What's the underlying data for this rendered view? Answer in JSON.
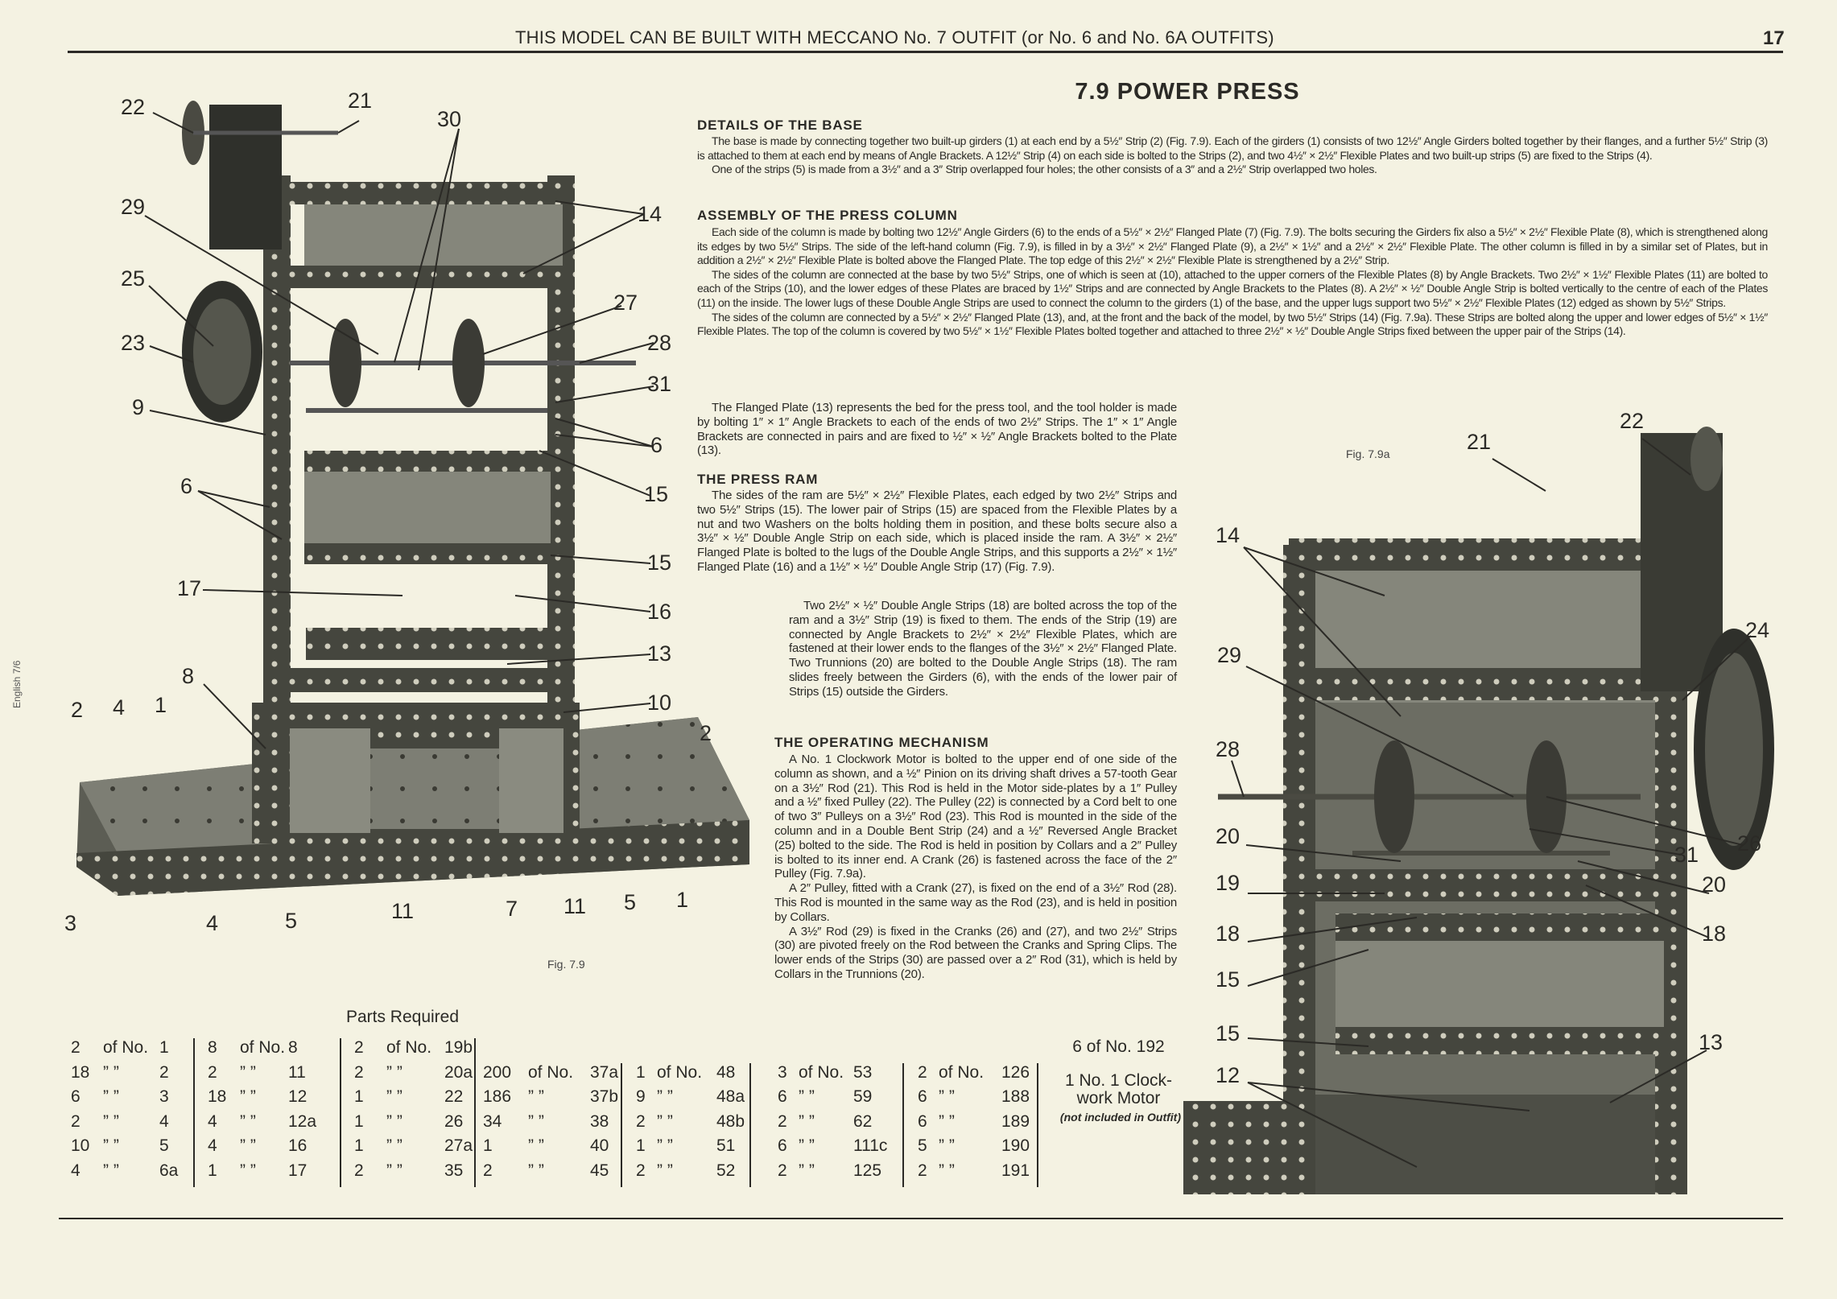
{
  "header": {
    "running_title": "THIS MODEL CAN BE BUILT WITH MECCANO No. 7 OUTFIT (or No. 6 and No. 6A OUTFITS)",
    "page_number": "17",
    "side_note": "English 7/6"
  },
  "title": "7.9  POWER PRESS",
  "sections": {
    "base": {
      "heading": "DETAILS OF THE BASE",
      "paragraphs": [
        "The base is made by connecting together two built-up girders (1) at each end by a 5½″ Strip (2) (Fig. 7.9). Each of the girders (1) consists of two 12½″ Angle Girders bolted together by their flanges, and a further 5½″ Strip (3) is attached to them at each end by means of Angle Brackets. A 12½″ Strip (4) on each side is bolted to the Strips (2), and two 4½″ × 2½″ Flexible Plates and two built-up strips (5) are fixed to the Strips (4).",
        "One of the strips (5) is made from a 3½″ and a 3″ Strip overlapped four holes; the other consists of a 3″ and a 2½″ Strip overlapped two holes."
      ]
    },
    "column": {
      "heading": "ASSEMBLY OF THE PRESS COLUMN",
      "paragraphs": [
        "Each side of the column is made by bolting two 12½″ Angle Girders (6) to the ends of a 5½″ × 2½″ Flanged Plate (7) (Fig. 7.9). The bolts securing the Girders fix also a 5½″ × 2½″ Flexible Plate (8), which is strengthened along its edges by two 5½″ Strips. The side of the left-hand column (Fig. 7.9), is filled in by a 3½″ × 2½″ Flanged Plate (9), a 2½″ × 1½″ and a 2½″ × 2½″ Flexible Plate. The other column is filled in by a similar set of Plates, but in addition a 2½″ × 2½″ Flexible Plate is bolted above the Flanged Plate. The top edge of this 2½″ × 2½″ Flexible Plate is strengthened by a 2½″ Strip.",
        "The sides of the column are connected at the base by two 5½″ Strips, one of which is seen at (10), attached to the upper corners of the Flexible Plates (8) by Angle Brackets. Two 2½″ × 1½″ Flexible Plates (11) are bolted to each of the Strips (10), and the lower edges of these Plates are braced by 1½″ Strips and are connected by Angle Brackets to the Plates (8). A 2½″ × ½″ Double Angle Strip is bolted vertically to the centre of each of the Plates (11) on the inside. The lower lugs of these Double Angle Strips are used to connect the column to the girders (1) of the base, and the upper lugs support two 5½″ × 2½″ Flexible Plates (12) edged as shown by 5½″ Strips.",
        "The sides of the column are connected by a 5½″ × 2½″ Flanged Plate (13), and, at the front and the back of the model, by two 5½″ Strips (14) (Fig. 7.9a). These Strips are bolted along the upper and lower edges of 5½″ × 1½″ Flexible Plates. The top of the column is covered by two 5½″ × 1½″ Flexible Plates bolted together and attached to three 2½″ × ½″ Double Angle Strips fixed between the upper pair of the Strips (14).",
        "The Flanged Plate (13) represents the bed for the press tool, and the tool holder is made by bolting 1″ × 1″ Angle Brackets to each of the ends of two 2½″ Strips. The 1″ × 1″ Angle Brackets are connected in pairs and are fixed to ½″ × ½″ Angle Brackets bolted to the Plate (13)."
      ]
    },
    "ram": {
      "heading": "THE PRESS RAM",
      "paragraphs": [
        "The sides of the ram are 5½″ × 2½″ Flexible Plates, each edged by two 2½″ Strips and two 5½″ Strips (15). The lower pair of Strips (15) are spaced from the Flexible Plates by a nut and two Washers on the bolts holding them in position, and these bolts secure also a 3½″ × ½″ Double Angle Strip on each side, which is placed inside the ram. A 3½″ × 2½″ Flanged Plate is bolted to the lugs of the Double Angle Strips, and this supports a 2½″ × 1½″ Flanged Plate (16) and a 1½″ × ½″ Double Angle Strip (17) (Fig. 7.9).",
        "Two 2½″ × ½″ Double Angle Strips (18) are bolted across the top of the ram and a 3½″ Strip (19) is fixed to them. The ends of the Strip (19) are connected by Angle Brackets to 2½″ × 2½″ Flexible Plates, which are fastened at their lower ends to the flanges of the 3½″ × 2½″ Flanged Plate. Two Trunnions (20) are bolted to the Double Angle Strips (18). The ram slides freely between the Girders (6), with the ends of the lower pair of Strips (15) outside the Girders."
      ]
    },
    "mechanism": {
      "heading": "THE OPERATING MECHANISM",
      "paragraphs": [
        "A No. 1 Clockwork Motor is bolted to the upper end of one side of the column as shown, and a ½″ Pinion on its driving shaft drives a 57-tooth Gear on a 3½″ Rod (21). This Rod is held in the Motor side-plates by a 1″ Pulley and a ½″ fixed Pulley (22). The Pulley (22) is connected by a Cord belt to one of two 3″ Pulleys on a 3½″ Rod (23). This Rod is mounted in the side of the column and in a Double Bent Strip (24) and a ½″ Reversed Angle Bracket (25) bolted to the side. The Rod is held in position by Collars and a 2″ Pulley is bolted to its inner end. A Crank (26) is fastened across the face of the 2″ Pulley (Fig. 7.9a).",
        "A 2″ Pulley, fitted with a Crank (27), is fixed on the end of a 3½″ Rod (28). This Rod is mounted in the same way as the Rod (23), and is held in position by Collars.",
        "A 3½″ Rod (29) is fixed in the Cranks (26) and (27), and two 2½″ Strips (30) are pivoted freely on the Rod between the Cranks and Spring Clips. The lower ends of the Strips (30) are passed over a 2″ Rod (31), which is held by Collars in the Trunnions (20)."
      ]
    }
  },
  "figures": {
    "fig_7_9": {
      "caption": "Fig. 7.9",
      "callouts": [
        "22",
        "21",
        "30",
        "29",
        "14",
        "25",
        "27",
        "23",
        "28",
        "9",
        "31",
        "6",
        "15",
        "6",
        "17",
        "15",
        "16",
        "13",
        "8",
        "10",
        "2",
        "4",
        "1",
        "2",
        "3",
        "4",
        "5",
        "11",
        "7",
        "11",
        "5",
        "1"
      ]
    },
    "fig_7_9a": {
      "caption": "Fig. 7.9a",
      "callouts": [
        "22",
        "21",
        "14",
        "24",
        "29",
        "28",
        "20",
        "26",
        "31",
        "19",
        "20",
        "18",
        "18",
        "15",
        "15",
        "13",
        "12"
      ]
    }
  },
  "parts": {
    "title": "Parts Required",
    "columns": [
      {
        "start_row": 0,
        "rows": [
          [
            "2",
            "of No.",
            "1"
          ],
          [
            "18",
            "”  ”",
            "2"
          ],
          [
            "6",
            "”  ”",
            "3"
          ],
          [
            "2",
            "”  ”",
            "4"
          ],
          [
            "10",
            "”  ”",
            "5"
          ],
          [
            "4",
            "”  ”",
            "6a"
          ]
        ]
      },
      {
        "start_row": 0,
        "rows": [
          [
            "8",
            "of No.",
            "8"
          ],
          [
            "2",
            "”  ”",
            "11"
          ],
          [
            "18",
            "”  ”",
            "12"
          ],
          [
            "4",
            "”  ”",
            "12a"
          ],
          [
            "4",
            "”  ”",
            "16"
          ],
          [
            "1",
            "”  ”",
            "17"
          ]
        ]
      },
      {
        "start_row": 0,
        "rows": [
          [
            "2",
            "of No.",
            "19b"
          ],
          [
            "2",
            "”  ”",
            "20a"
          ],
          [
            "1",
            "”  ”",
            "22"
          ],
          [
            "1",
            "”  ”",
            "26"
          ],
          [
            "1",
            "”  ”",
            "27a"
          ],
          [
            "2",
            "”  ”",
            "35"
          ]
        ]
      },
      {
        "start_row": 1,
        "rows": [
          [
            "200",
            "of No.",
            "37a"
          ],
          [
            "186",
            "”  ”",
            "37b"
          ],
          [
            "34",
            "”  ”",
            "38"
          ],
          [
            "1",
            "”  ”",
            "40"
          ],
          [
            "2",
            "”  ”",
            "45"
          ]
        ]
      },
      {
        "start_row": 1,
        "rows": [
          [
            "1",
            "of No.",
            "48"
          ],
          [
            "9",
            "”  ”",
            "48a"
          ],
          [
            "2",
            "”  ”",
            "48b"
          ],
          [
            "1",
            "”  ”",
            "51"
          ],
          [
            "2",
            "”  ”",
            "52"
          ]
        ]
      },
      {
        "start_row": 1,
        "rows": [
          [
            "3",
            "of No.",
            "53"
          ],
          [
            "6",
            "”  ”",
            "59"
          ],
          [
            "2",
            "”  ”",
            "62"
          ],
          [
            "6",
            "”  ”",
            "111c"
          ],
          [
            "2",
            "”  ”",
            "125"
          ]
        ]
      },
      {
        "start_row": 1,
        "rows": [
          [
            "2",
            "of No.",
            "126"
          ],
          [
            "6",
            "”  ”",
            "188"
          ],
          [
            "6",
            "”  ”",
            "189"
          ],
          [
            "5",
            "”  ”",
            "190"
          ],
          [
            "2",
            "”  ”",
            "191"
          ]
        ]
      }
    ],
    "last_column": {
      "first": "6 of No. 192",
      "motor": "1  No. 1 Clock-work Motor",
      "note": "(not included in Outfit)"
    }
  },
  "colors": {
    "paper": "#f4f2e2",
    "ink": "#2b2a26",
    "frame": "#3f4038",
    "plate": "#7d7e74"
  }
}
